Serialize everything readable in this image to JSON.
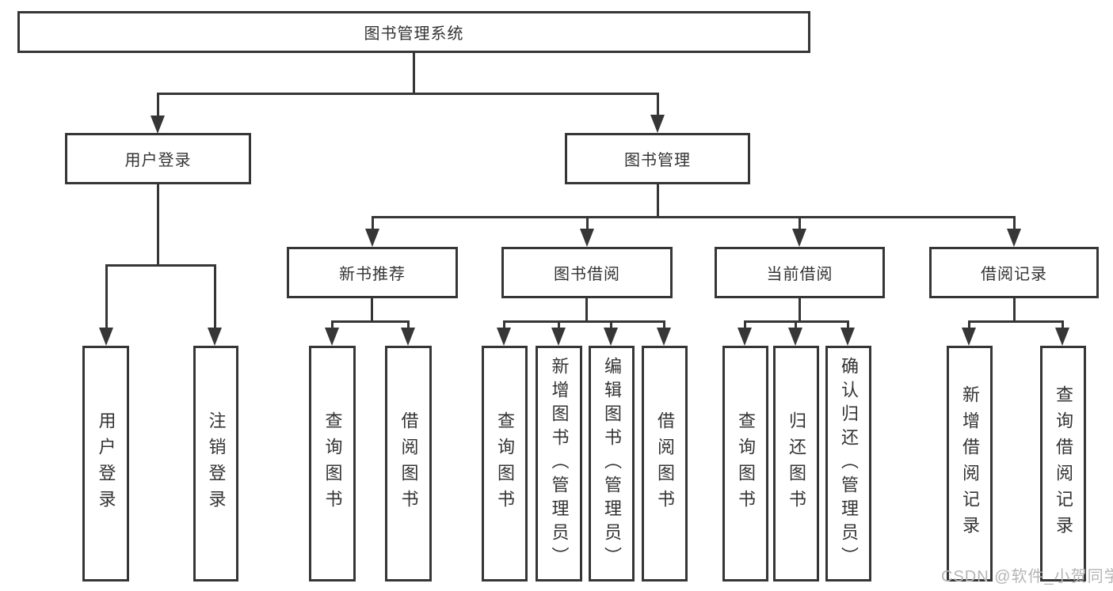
{
  "diagram": {
    "title": "图书管理系统",
    "root": "图书管理系统",
    "level2": {
      "user_login": "用户登录",
      "book_mgmt": "图书管理"
    },
    "sections": [
      "新书推荐",
      "图书借阅",
      "当前借阅",
      "借阅记录"
    ],
    "leaf": {
      "login": [
        "用户登录",
        "注销登录"
      ],
      "recommend": [
        "查询图书",
        "借阅图书"
      ],
      "borrow": [
        "查询图书",
        "新增图书（管理员）",
        "编辑图书（管理员）",
        "借阅图书"
      ],
      "current": [
        "查询图书",
        "归还图书",
        "确认归还（管理员）"
      ],
      "records": [
        "新增借阅记录",
        "查询借阅记录"
      ]
    },
    "watermark": "CSDN @软件_小贺同学",
    "colors": {
      "line": "#363636",
      "text": "#333333",
      "background": "#ffffff",
      "watermark": "#b5b5b5"
    }
  }
}
